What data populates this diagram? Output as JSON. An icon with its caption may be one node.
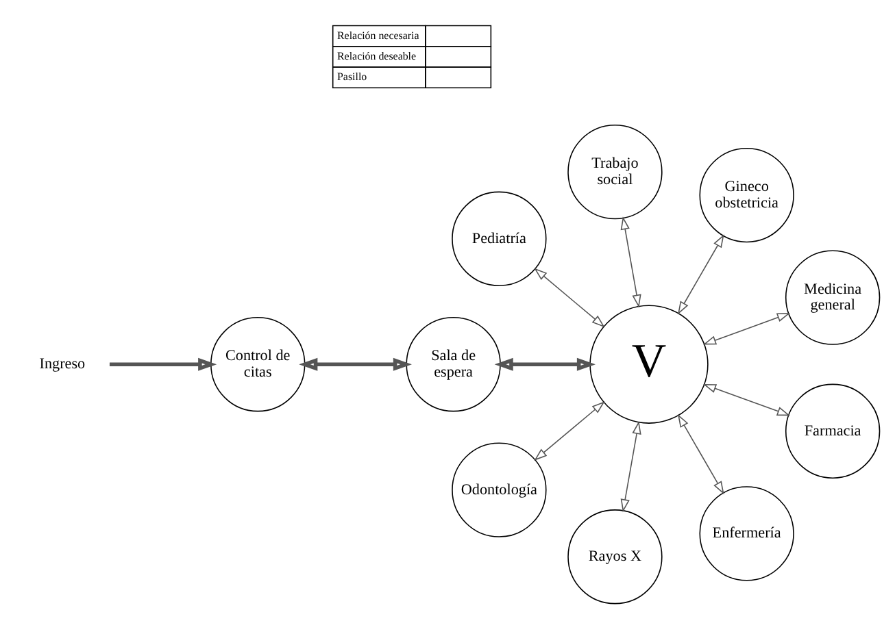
{
  "diagram": {
    "nodes": [
      {
        "text": [
          "Medicina general"
        ]
      },
      {
        "text": [
          "Gineco obstetricia"
        ]
      },
      {
        "text": [
          "Trabajo social"
        ]
      },
      {
        "text": [
          "Pediatría"
        ]
      },
      {
        "text": [
          "V"
        ]
      },
      {
        "text": [
          "Sala de espera"
        ]
      },
      {
        "text": [
          "Control de citas"
        ]
      },
      {
        "text": [
          "Ingreso"
        ]
      },
      {
        "text": [
          "Odontología"
        ]
      },
      {
        "text": [
          "Rayos X"
        ]
      },
      {
        "text": [
          "Enfermería"
        ]
      },
      {
        "text": [
          "Farmacia"
        ]
      }
    ],
    "edges": [
      {
        "from": 4,
        "to": 0,
        "arrow": "both"
      },
      {
        "from": 4,
        "to": 1,
        "arrow": "both"
      },
      {
        "from": 4,
        "to": 2,
        "arrow": "both"
      },
      {
        "from": 4,
        "to": 3,
        "arrow": "both"
      },
      {
        "from": 4,
        "to": 5,
        "arrow": "both",
        "style": "thick"
      },
      {
        "from": 5,
        "to": 6,
        "arrow": "both",
        "style": "thick"
      },
      {
        "from": 7,
        "to": 6,
        "arrow": "to",
        "style": "thick"
      },
      {
        "from": 4,
        "to": 8,
        "arrow": "both"
      },
      {
        "from": 4,
        "to": 9,
        "arrow": "both"
      },
      {
        "from": 4,
        "to": 10,
        "arrow": "both"
      },
      {
        "from": 4,
        "to": 11,
        "arrow": "both"
      }
    ],
    "legend": [
      {
        "text": "Relación necesaria"
      },
      {
        "text": "Relación deseable"
      },
      {
        "text": "Pasillo"
      }
    ]
  }
}
